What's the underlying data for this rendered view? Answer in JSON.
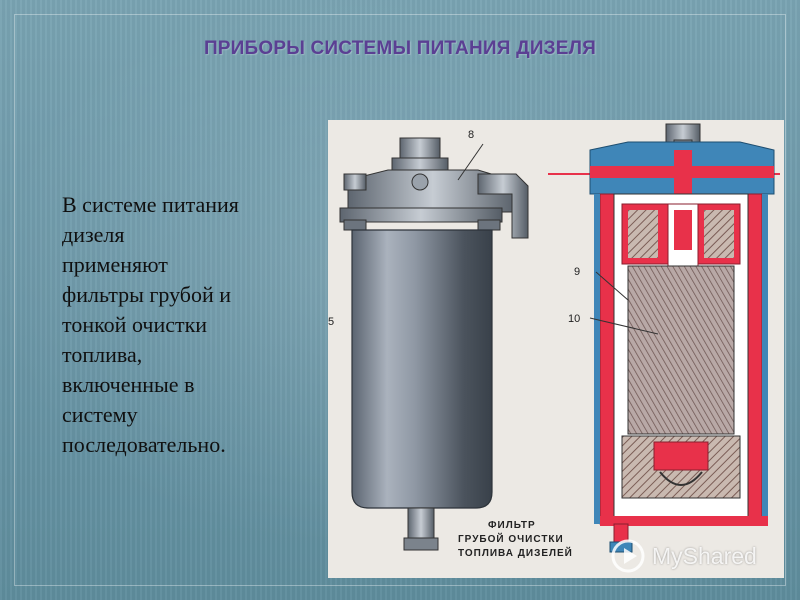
{
  "slide": {
    "title": "ПРИБОРЫ СИСТЕМЫ ПИТАНИЯ ДИЗЕЛЯ",
    "body_lines": [
      "В системе питания",
      "дизеля",
      "применяют",
      "фильтры грубой и",
      "тонкой очистки",
      "топлива,",
      "включенные в",
      "систему",
      "последовательно."
    ]
  },
  "illustration": {
    "labels": [
      "8",
      "9",
      "10",
      "5"
    ],
    "caption": [
      "ФИЛЬТР",
      "ГРУБОЙ ОЧИСТКИ",
      "ТОПЛИВА ДИЗЕЛЕЙ"
    ]
  },
  "watermark": {
    "text": "MyShared",
    "icon": "myshared-logo-icon"
  },
  "colors": {
    "background": "#6f9aa9",
    "title": "#5b3f93",
    "fuel_red": "#e8314a"
  }
}
